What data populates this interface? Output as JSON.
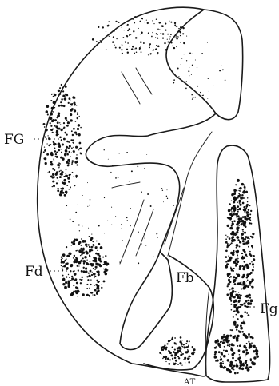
{
  "figure": {
    "labels": {
      "fg_upper": "FG",
      "fd": "Fd",
      "fb": "Fb",
      "fg_right": "Fg",
      "at": "AT"
    },
    "ink_color": "#1a1a1a",
    "paper_color": "#ffffff"
  }
}
